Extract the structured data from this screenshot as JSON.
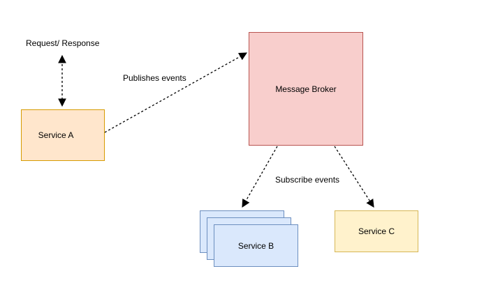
{
  "diagram": {
    "background": "#FFFFFF",
    "line_color": "#000000",
    "text_color": "#000000",
    "nodes": {
      "service_a": {
        "label": "Service A",
        "fill": "#FFE6CC",
        "stroke": "#D79B00"
      },
      "message_broker": {
        "label": "Message Broker",
        "fill": "#F8CECC",
        "stroke": "#B85450"
      },
      "service_b": {
        "label": "Service B",
        "fill": "#DAE8FC",
        "stroke": "#6C8EBF",
        "stacked_copies": 3
      },
      "service_c": {
        "label": "Service C",
        "fill": "#FFF2CC",
        "stroke": "#D6B656"
      }
    },
    "edges": {
      "request_response": {
        "label": "Request/ Response",
        "style": "dashed",
        "arrows": "both",
        "at": "Service A"
      },
      "publishes_events": {
        "label": "Publishes events",
        "style": "dashed",
        "arrows": "end",
        "from": "Service A",
        "to": "Message Broker"
      },
      "subscribe_events": {
        "label": "Subscribe events",
        "style": "dashed",
        "arrows": "end",
        "from": "Message Broker",
        "to": "Service B / Service C"
      }
    }
  }
}
